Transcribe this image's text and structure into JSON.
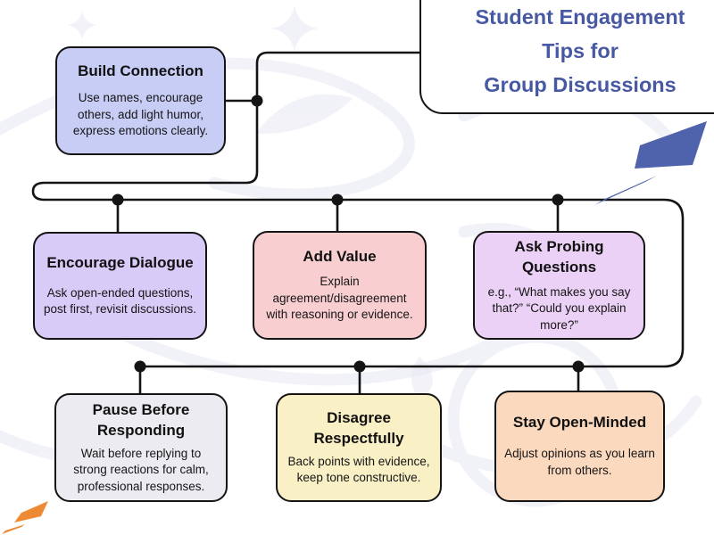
{
  "title": {
    "lines": [
      "Student Engagement",
      "Tips for",
      "Group Discussions"
    ],
    "color": "#4859A4"
  },
  "nodes": [
    {
      "id": "build-connection",
      "title": "Build Connection",
      "body": "Use names, encourage others, add light humor, express emotions clearly.",
      "fill": "#C8CDF5"
    },
    {
      "id": "encourage-dialogue",
      "title": "Encourage Dialogue",
      "body": "Ask open-ended questions, post first, revisit discussions.",
      "fill": "#D9CBF8"
    },
    {
      "id": "add-value",
      "title": "Add Value",
      "body": "Explain agreement/disagreement with reasoning or evidence.",
      "fill": "#F9CED1"
    },
    {
      "id": "ask-probing-questions",
      "title": "Ask Probing Questions",
      "body": "e.g., “What makes you say that?” “Could you explain more?”",
      "fill": "#EBD1F6"
    },
    {
      "id": "pause-before-responding",
      "title": "Pause Before Responding",
      "body": "Wait before replying to strong reactions for calm, professional responses.",
      "fill": "#EBEBF1"
    },
    {
      "id": "disagree-respectfully",
      "title": "Disagree Respectfully",
      "body": "Back points with evidence, keep tone constructive.",
      "fill": "#FAF0C6"
    },
    {
      "id": "stay-open-minded",
      "title": "Stay Open-Minded",
      "body": "Adjust opinions as you learn from others.",
      "fill": "#FBD9BE"
    }
  ],
  "connectors": {
    "color": "#141414"
  },
  "decor": {
    "blue": "#4F63AC",
    "orange": "#EE8A33",
    "doodle": "#E9E9F4"
  }
}
